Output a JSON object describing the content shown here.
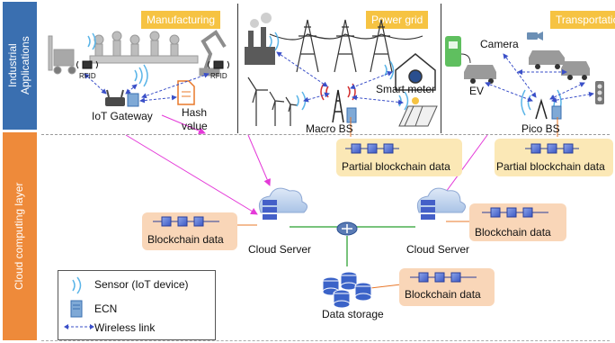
{
  "bands": {
    "industrial": "Industrial\nApplications",
    "cloud": "Cloud computing layer"
  },
  "sections": {
    "manufacturing": "Manufacturing",
    "power_grid": "Power grid",
    "transportation": "Transportation"
  },
  "labels": {
    "rfid_left": "RFID",
    "rfid_right": "RFID",
    "iot_gateway": "IoT Gateway",
    "hash_value_1": "Hash",
    "hash_value_2": "value",
    "smart_meter": "Smart meter",
    "macro_bs": "Macro BS",
    "camera": "Camera",
    "ev": "EV",
    "pico_bs": "Pico BS",
    "partial_blockchain_1": "Partial blockchain data",
    "partial_blockchain_2": "Partial blockchain data",
    "blockchain_left": "Blockchain data",
    "blockchain_right": "Blockchain data",
    "blockchain_storage": "Blockchain data",
    "cloud_server_left": "Cloud Server",
    "cloud_server_right": "Cloud Server",
    "data_storage": "Data storage"
  },
  "legend": {
    "sensor": "Sensor (IoT device)",
    "ecn": "ECN",
    "wireless": "Wireless link"
  },
  "colors": {
    "band_blue": "#3a6fb0",
    "band_orange": "#ee8a3a",
    "tag_yellow": "#f6c342",
    "pill_yellow": "#fbe8b6",
    "pill_orange": "#f9d6b8",
    "link_magenta": "#e43ad8",
    "link_green": "#4caf50",
    "link_orange": "#e8782a",
    "wireless_blue": "#3a4fc8"
  }
}
